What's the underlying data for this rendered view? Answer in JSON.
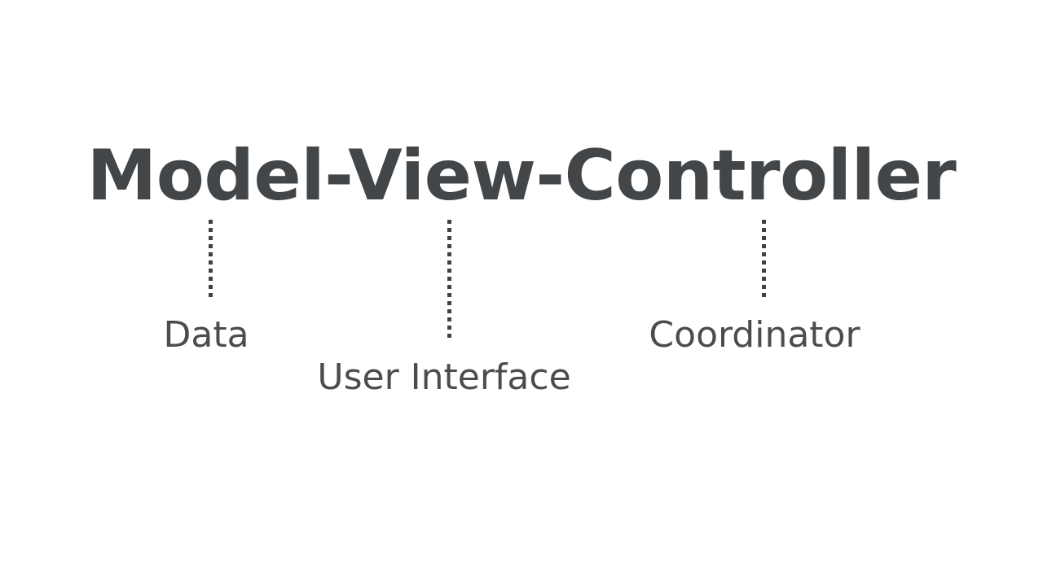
{
  "slide": {
    "background_color": "#ffffff",
    "title": {
      "text": "Model-View-Controller",
      "color": "#434649"
    },
    "text_color": "#4a4d50",
    "connector_color": "#3f4245",
    "connectors": [
      {
        "name": "model-connector",
        "style": "dotted-vertical-line"
      },
      {
        "name": "view-connector",
        "style": "dotted-vertical-line"
      },
      {
        "name": "controller-connector",
        "style": "dotted-vertical-line"
      }
    ],
    "labels": [
      {
        "term": "Model",
        "label": "Data"
      },
      {
        "term": "View",
        "label": "User Interface"
      },
      {
        "term": "Controller",
        "label": "Coordinator"
      }
    ]
  }
}
